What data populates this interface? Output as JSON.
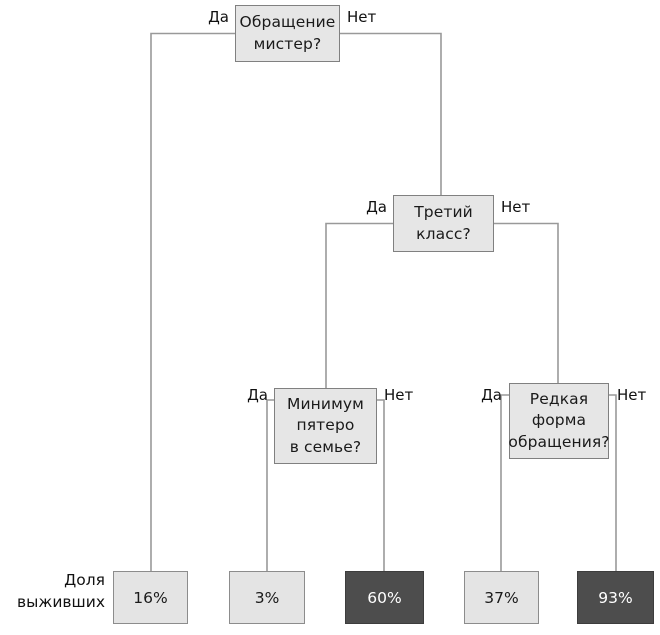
{
  "diagram": {
    "title_label": "Доля\nвыживших",
    "colors": {
      "node_fill": "#e6e6e6",
      "node_border": "#808080",
      "leaf_light_fill": "#e4e4e4",
      "leaf_dark_fill": "#4d4d4d",
      "edge_stroke": "#999999",
      "text": "#1a1a1a",
      "text_on_dark": "#ffffff",
      "background": "#ffffff"
    },
    "nodes": [
      {
        "id": "root",
        "label": "Обращение\nмистер?"
      },
      {
        "id": "third_class",
        "label": "Третий\nкласс?"
      },
      {
        "id": "min_five",
        "label": "Минимум\nпятеро\nв семье?"
      },
      {
        "id": "rare_title",
        "label": "Редкая\nформа\nобращения?"
      }
    ],
    "edge_labels": {
      "root_yes": "Да",
      "root_no": "Нет",
      "third_class_yes": "Да",
      "third_class_no": "Нет",
      "min_five_yes": "Да",
      "min_five_no": "Нет",
      "rare_title_yes": "Да",
      "rare_title_no": "Нет"
    },
    "leaves": [
      {
        "id": "leaf-16",
        "value": "16%",
        "style": "light"
      },
      {
        "id": "leaf-3",
        "value": "3%",
        "style": "light"
      },
      {
        "id": "leaf-60",
        "value": "60%",
        "style": "dark"
      },
      {
        "id": "leaf-37",
        "value": "37%",
        "style": "light"
      },
      {
        "id": "leaf-93",
        "value": "93%",
        "style": "dark"
      }
    ]
  }
}
